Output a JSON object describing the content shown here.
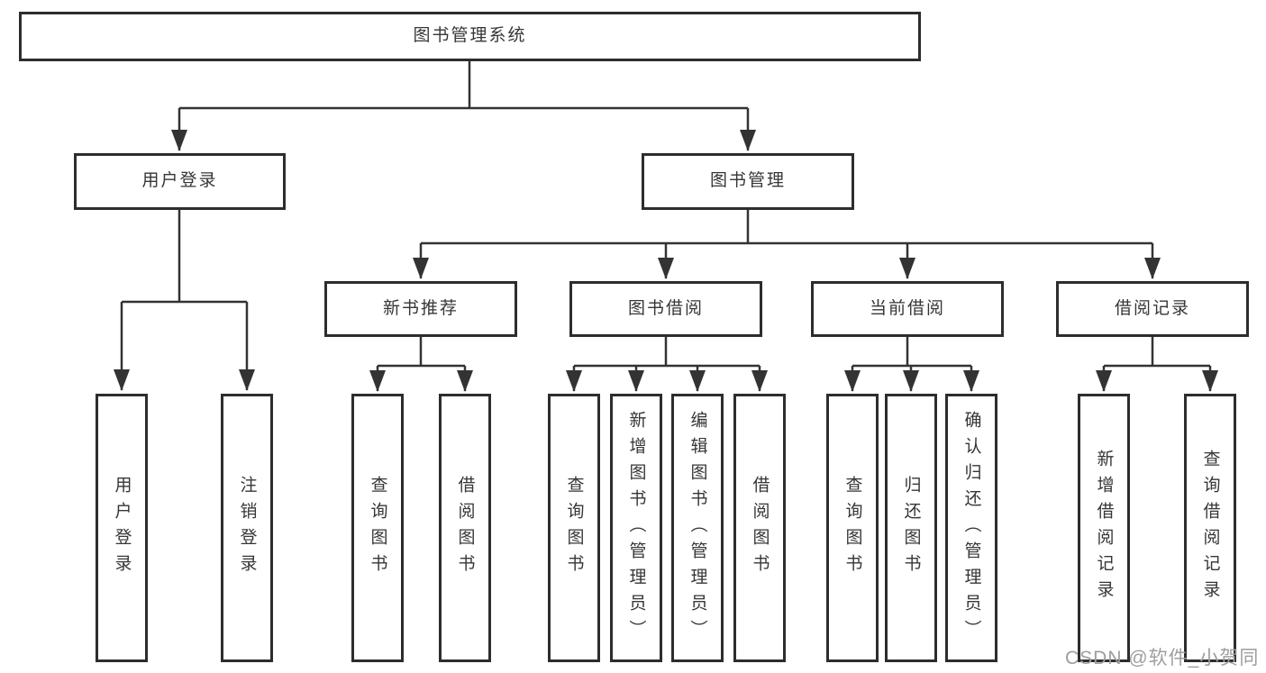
{
  "tree": {
    "root": "图书管理系统",
    "user_login": {
      "label": "用户登录",
      "children": [
        "用户登录",
        "注销登录"
      ]
    },
    "book_mgmt": {
      "label": "图书管理",
      "sections": {
        "new_books": {
          "label": "新书推荐",
          "children": [
            "查询图书",
            "借阅图书"
          ]
        },
        "borrowing": {
          "label": "图书借阅",
          "children": [
            "查询图书",
            "新增图书（管理员）",
            "编辑图书（管理员）",
            "借阅图书"
          ]
        },
        "current": {
          "label": "当前借阅",
          "children": [
            "查询图书",
            "归还图书",
            "确认归还（管理员）"
          ]
        },
        "records": {
          "label": "借阅记录",
          "children": [
            "新增借阅记录",
            "查询借阅记录"
          ]
        }
      }
    }
  },
  "watermark": {
    "text": "CSDN @软件_小贺同学"
  },
  "colors": {
    "line": "#333333",
    "box_border": "#2d2d2d",
    "text": "#363636",
    "watermark": "#9e9e9e",
    "background": "#ffffff"
  }
}
